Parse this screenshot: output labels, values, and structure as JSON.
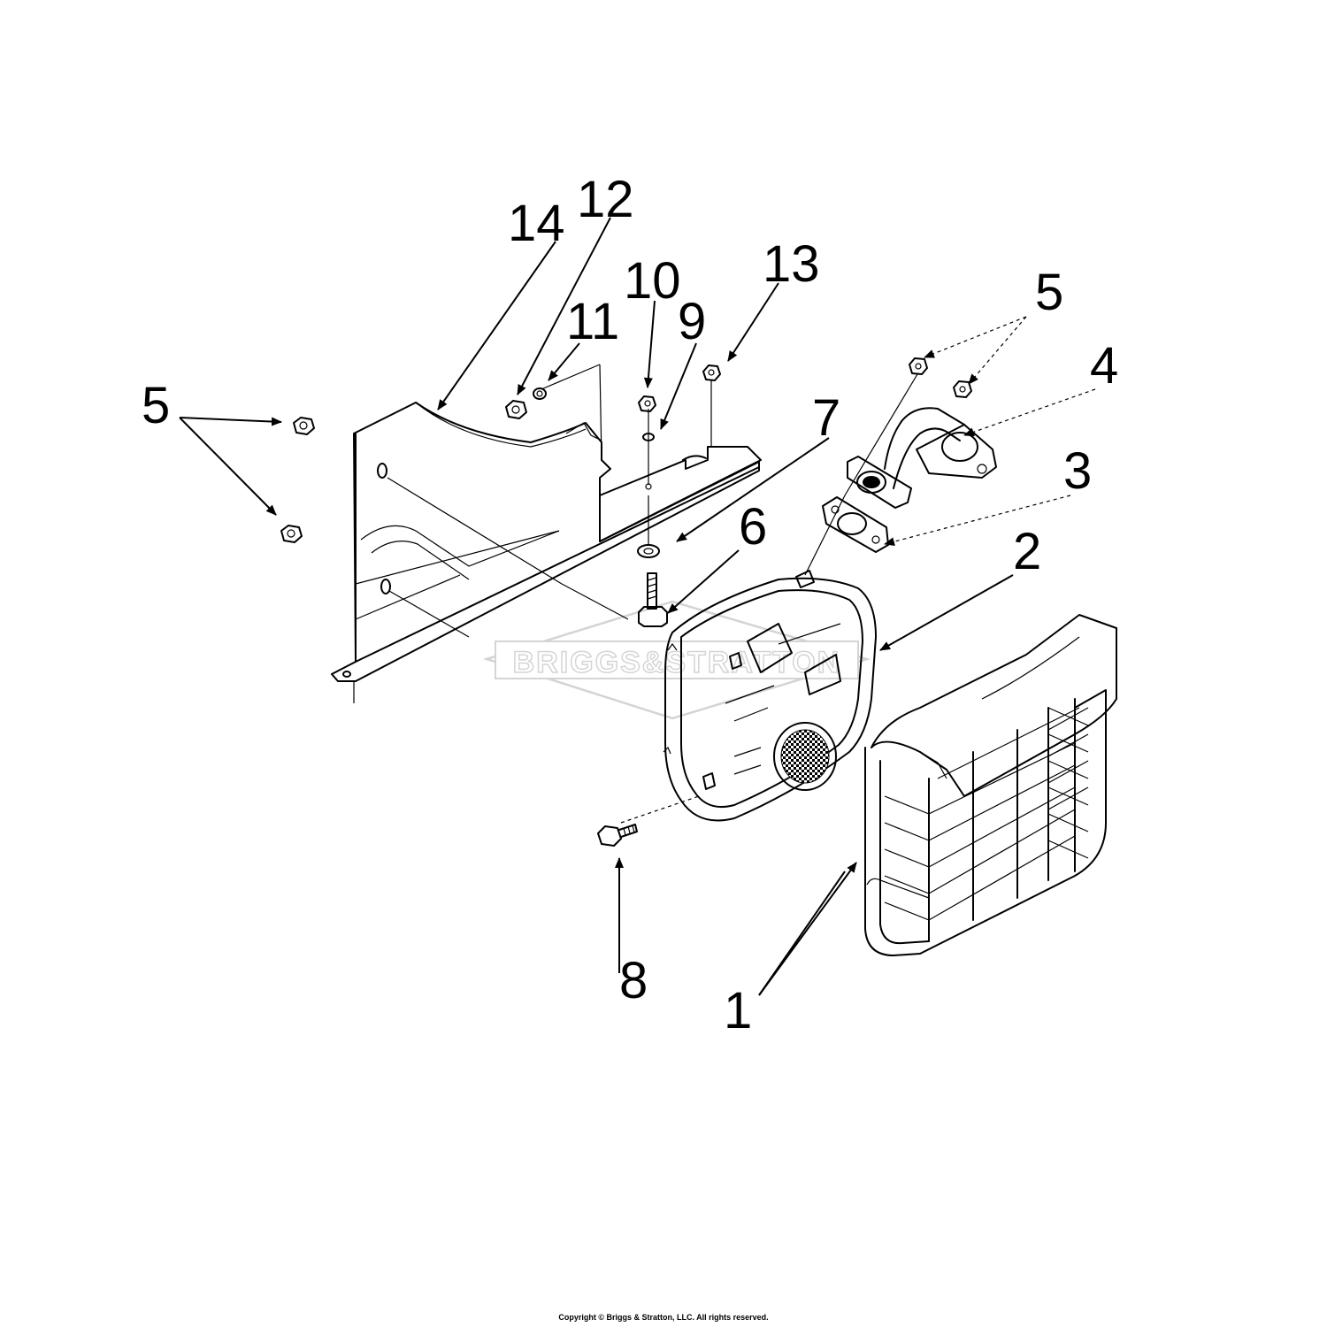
{
  "watermark": {
    "text": "BRIGGS&STRATTON"
  },
  "callouts": {
    "c1": "1",
    "c2": "2",
    "c3": "3",
    "c4": "4",
    "c5_left": "5",
    "c5_right": "5",
    "c6": "6",
    "c7": "7",
    "c8": "8",
    "c9": "9",
    "c10": "10",
    "c11": "11",
    "c12": "12",
    "c13": "13",
    "c14": "14"
  },
  "footer": {
    "copyright": "Copyright © Briggs & Stratton, LLC. All rights reserved."
  }
}
